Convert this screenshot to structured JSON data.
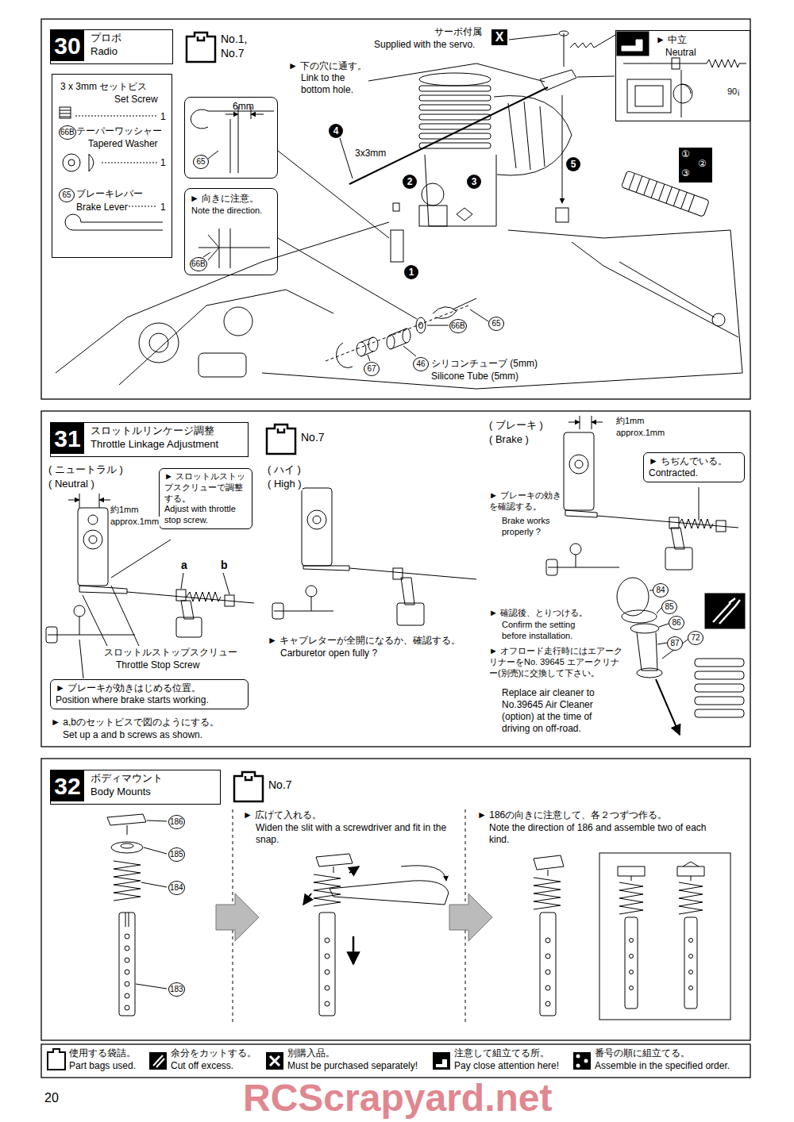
{
  "diagram": {
    "nodes": [
      {
        "text": [
          "30",
          "プロポ",
          "Radio"
        ]
      },
      {
        "text": [
          "No.1, No.7"
        ]
      },
      {
        "text": [
          "3 x 3mm セットビス",
          "Set Screw",
          "1",
          "66B",
          "テーパーワッシャー",
          "Tapered Washer",
          "1",
          "65",
          "ブレーキレバー",
          "Brake Lever",
          "1"
        ]
      },
      {
        "text": [
          "6mm",
          "65"
        ]
      },
      {
        "text": [
          "► 向きに注意。",
          "Note the direction.",
          "66B"
        ]
      },
      {
        "text": [
          "► 中立",
          "Neutral",
          "90¡"
        ]
      },
      {
        "text": [
          "①",
          "②",
          "③"
        ]
      },
      {
        "text": [
          "31",
          "スロットルリンケージ調整",
          "Throttle Linkage Adjustment"
        ]
      },
      {
        "text": [
          "No.7"
        ]
      },
      {
        "text": [
          "► スロットルストップスクリューで調整する。",
          "Adjust with throttle stop screw."
        ]
      },
      {
        "text": [
          "► ブレーキが効きはじめる位置。",
          "Position where brake starts working."
        ]
      },
      {
        "text": [
          "► ちぢんでいる。",
          "Contracted."
        ]
      },
      {
        "text": [
          "32",
          "ボディマウント",
          "Body Mounts"
        ]
      },
      {
        "text": [
          "No.7"
        ]
      }
    ],
    "labels": [
      "サーボ付属",
      "Supplied with the servo.",
      "X",
      "► 下の穴に通す。",
      "Link to the bottom hole.",
      "4",
      "3x3mm",
      "2",
      "3",
      "5",
      "1",
      "65",
      "66B",
      "67",
      "46",
      "シリコンチューブ (5mm)",
      "Silicone Tube (5mm)",
      "( ニュートラル )",
      "( Neutral )",
      "約1mm",
      "approx.1mm",
      "a",
      "b",
      "スロットルストップスクリュー",
      "Throttle Stop Screw",
      "► a,bのセットビスで図のようにする。",
      "Set up a and b screws as shown.",
      "( ハイ )",
      "( High )",
      "► キャブレターが全開になるか、確認する。",
      "Carburetor open fully ?",
      "( ブレーキ )",
      "( Brake )",
      "約1mm",
      "approx.1mm",
      "► ブレーキの効きを確認する。",
      "Brake works properly ?",
      "► 確認後、とりつける。",
      "Confirm the setting before installation.",
      "► オフロード走行時にはエアークリナーをNo. 39645 エアークリナー(別売)に交換して下さい。",
      "Replace air cleaner to No.39645 Air Cleaner (option) at the time of driving on off-road.",
      "84",
      "85",
      "86",
      "87",
      "72",
      "186",
      "185",
      "184",
      "183",
      "► 広げて入れる。",
      "Widen the slit with a screwdriver and fit in the snap.",
      "► 186の向きに注意して、各２つずつ作る。",
      "Note the direction of 186 and assemble two of each kind.",
      "Part bags used.",
      "Cut off excess.",
      "Must be purchased separately!",
      "Pay close attention here!",
      "Assemble in the specified order.",
      "20",
      "RCScrapyard.net"
    ],
    "legend": [
      {
        "text": "使用する袋詰。"
      },
      {
        "text": "余分をカットする。"
      },
      {
        "text": "別購入品。"
      },
      {
        "text": "注意して組立てる所。"
      },
      {
        "text": "番号の順に組立てる。"
      }
    ]
  }
}
